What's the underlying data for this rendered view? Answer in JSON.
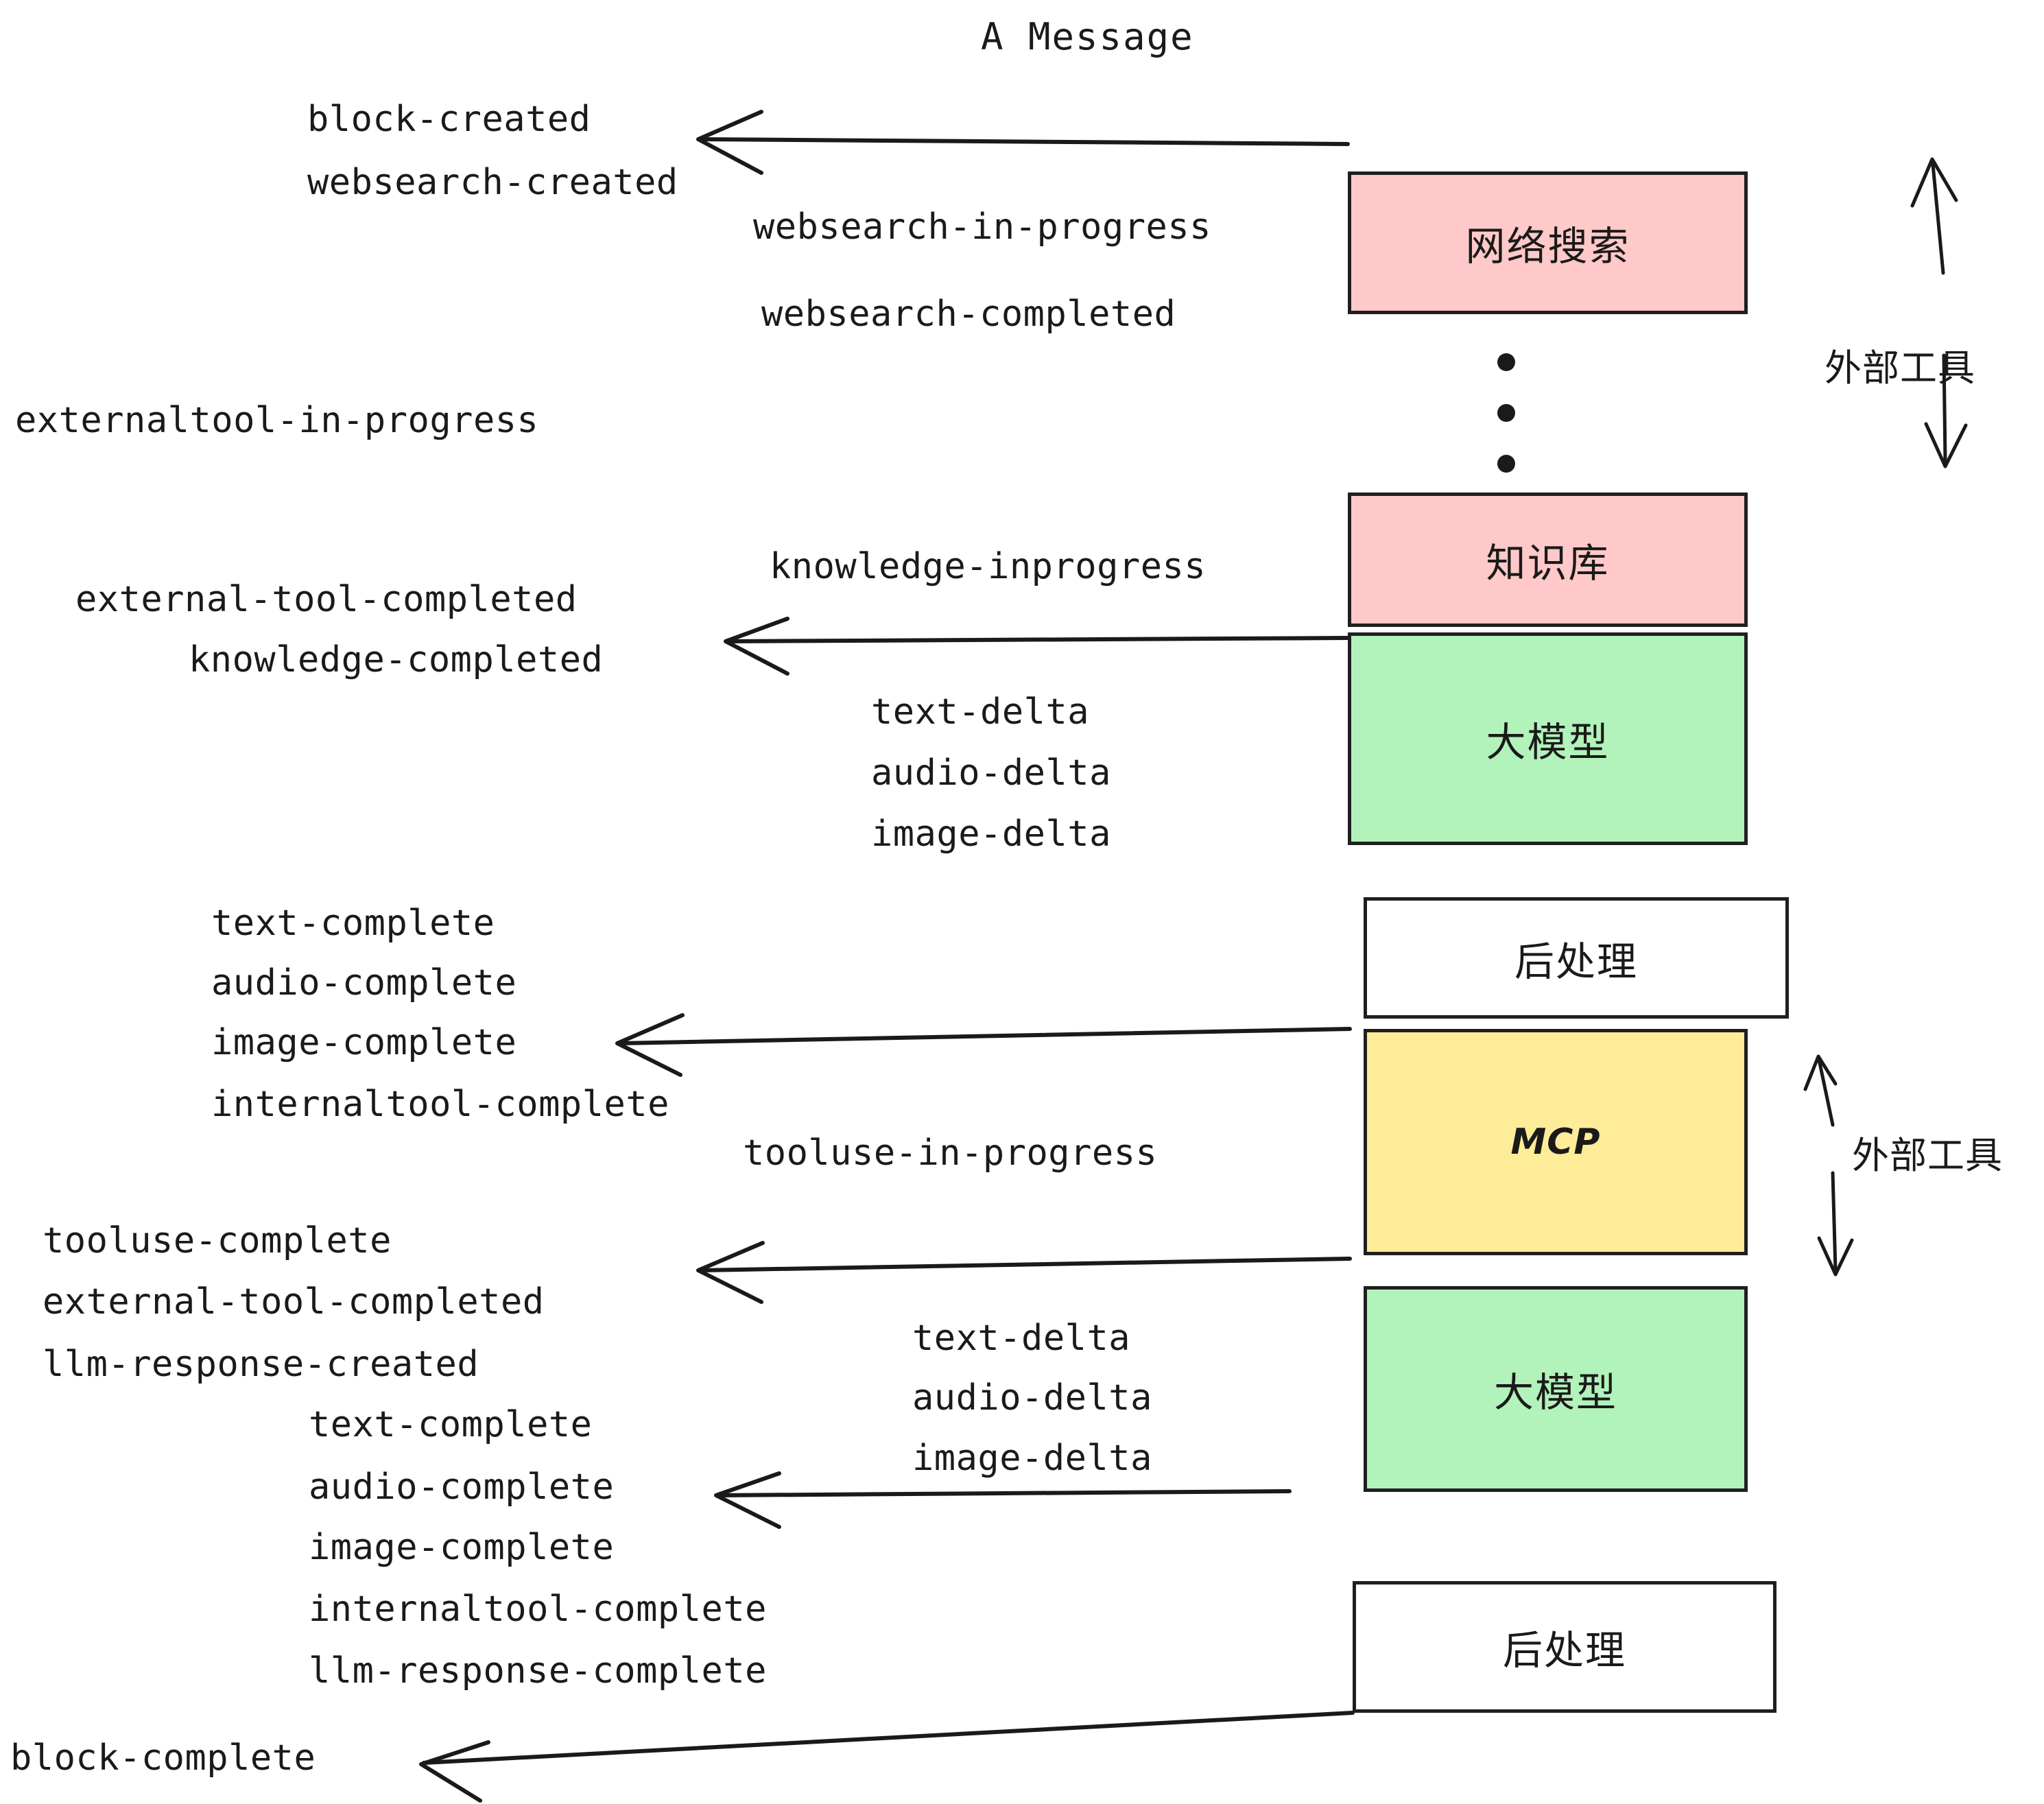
{
  "title": "A Message",
  "boxes": [
    {
      "label": "网络搜索",
      "fill": "#ffc9c9",
      "kind": "cjk"
    },
    {
      "label": "知识库",
      "fill": "#ffc9c9",
      "kind": "cjk"
    },
    {
      "label": "大模型",
      "fill": "#b2f2bb",
      "kind": "cjk"
    },
    {
      "label": "后处理",
      "fill": "#ffffff",
      "kind": "cjk"
    },
    {
      "label": "MCP",
      "fill": "#ffec99",
      "kind": "latin"
    },
    {
      "label": "大模型",
      "fill": "#b2f2bb",
      "kind": "cjk"
    },
    {
      "label": "后处理",
      "fill": "#ffffff",
      "kind": "cjk"
    }
  ],
  "annotations": [
    {
      "label": "外部工具"
    },
    {
      "label": "外部工具"
    }
  ],
  "events": [
    {
      "text": "block-created"
    },
    {
      "text": "websearch-created"
    },
    {
      "text": "websearch-in-progress"
    },
    {
      "text": "websearch-completed"
    },
    {
      "text": "externaltool-in-progress"
    },
    {
      "text": "knowledge-inprogress"
    },
    {
      "text": "external-tool-completed"
    },
    {
      "text": "knowledge-completed"
    },
    {
      "text": "text-delta"
    },
    {
      "text": "audio-delta"
    },
    {
      "text": "image-delta"
    },
    {
      "text": "text-complete"
    },
    {
      "text": "audio-complete"
    },
    {
      "text": "image-complete"
    },
    {
      "text": "internaltool-complete"
    },
    {
      "text": "tooluse-in-progress"
    },
    {
      "text": "tooluse-complete"
    },
    {
      "text": "external-tool-completed"
    },
    {
      "text": "llm-response-created"
    },
    {
      "text": "text-complete"
    },
    {
      "text": "audio-complete"
    },
    {
      "text": "image-complete"
    },
    {
      "text": "internaltool-complete"
    },
    {
      "text": "llm-response-complete"
    },
    {
      "text": "text-delta"
    },
    {
      "text": "audio-delta"
    },
    {
      "text": "image-delta"
    },
    {
      "text": "block-complete"
    }
  ],
  "colors": {
    "pink": "#ffc9c9",
    "green": "#b2f2bb",
    "yellow": "#ffec99",
    "white": "#ffffff",
    "ink": "#1a1a1a"
  },
  "ellipsis_dots": 3
}
